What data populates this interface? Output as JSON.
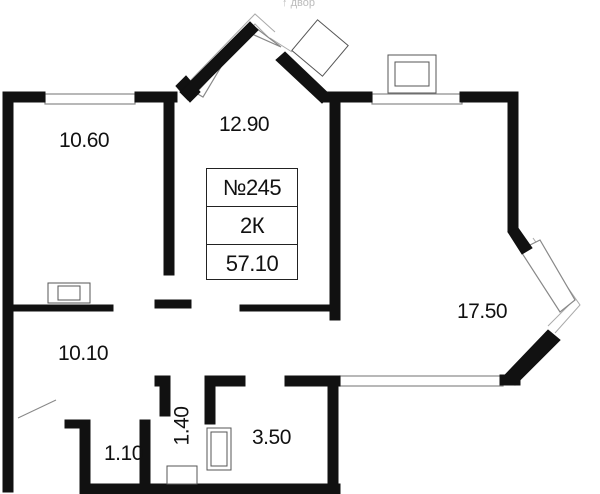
{
  "orientation": {
    "arrow": "↑",
    "label": "двор"
  },
  "apartment": {
    "number": "№245",
    "type": "2К",
    "total_area": "57.10"
  },
  "rooms": {
    "bedroom": "10.60",
    "balcony": "12.90",
    "living": "17.50",
    "kitchen": "10.10",
    "toilet": "1.10",
    "hall": "1.40",
    "bathroom": "3.50"
  },
  "colors": {
    "wall": "#111111",
    "window": "#8a8a8a",
    "fixture": "#555555"
  }
}
